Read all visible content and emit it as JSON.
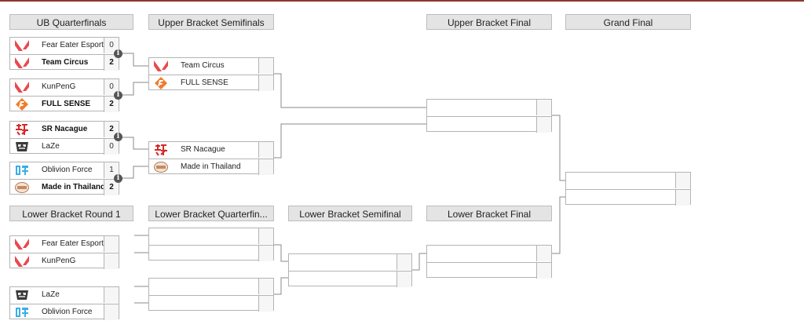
{
  "colors": {
    "accent_bar": "#8b3a2f",
    "header_bg": "#e4e4e4",
    "border": "#b4b4b4",
    "connector": "#8a8a8a"
  },
  "headers": {
    "ub_quarterfinals": "UB Quarterfinals",
    "ub_semifinals": "Upper Bracket Semifinals",
    "ub_final": "Upper Bracket Final",
    "grand_final": "Grand Final",
    "lb_round1": "Lower Bracket Round 1",
    "lb_quarterfinals": "Lower Bracket Quarterfin...",
    "lb_semifinal": "Lower Bracket Semifinal",
    "lb_final": "Lower Bracket Final"
  },
  "matches": {
    "ubqf1": {
      "top": {
        "team": "Fear Eater Esports",
        "score": "0",
        "logo": "valorant-icon"
      },
      "bot": {
        "team": "Team Circus",
        "score": "2",
        "logo": "valorant-icon"
      }
    },
    "ubqf2": {
      "top": {
        "team": "KunPenG",
        "score": "0",
        "logo": "valorant-icon"
      },
      "bot": {
        "team": "FULL SENSE",
        "score": "2",
        "logo": "full-sense-icon"
      }
    },
    "ubqf3": {
      "top": {
        "team": "SR Nacague",
        "score": "2",
        "logo": "sr-nacague-icon"
      },
      "bot": {
        "team": "LaZe",
        "score": "0",
        "logo": "laze-icon"
      }
    },
    "ubqf4": {
      "top": {
        "team": "Oblivion Force",
        "score": "1",
        "logo": "oblivion-force-icon"
      },
      "bot": {
        "team": "Made in Thailand",
        "score": "2",
        "logo": "made-in-thailand-icon"
      }
    },
    "ubsf1": {
      "top": {
        "team": "Team Circus",
        "score": "",
        "logo": "valorant-icon"
      },
      "bot": {
        "team": "FULL SENSE",
        "score": "",
        "logo": "full-sense-icon"
      }
    },
    "ubsf2": {
      "top": {
        "team": "SR Nacague",
        "score": "",
        "logo": "sr-nacague-icon"
      },
      "bot": {
        "team": "Made in Thailand",
        "score": "",
        "logo": "made-in-thailand-icon"
      }
    },
    "lbr1a": {
      "top": {
        "team": "Fear Eater Esports",
        "score": "",
        "logo": "valorant-icon"
      },
      "bot": {
        "team": "KunPenG",
        "score": "",
        "logo": "valorant-icon"
      }
    },
    "lbr1b": {
      "top": {
        "team": "LaZe",
        "score": "",
        "logo": "laze-icon"
      },
      "bot": {
        "team": "Oblivion Force",
        "score": "",
        "logo": "oblivion-force-icon"
      }
    }
  },
  "info_icon": "i"
}
